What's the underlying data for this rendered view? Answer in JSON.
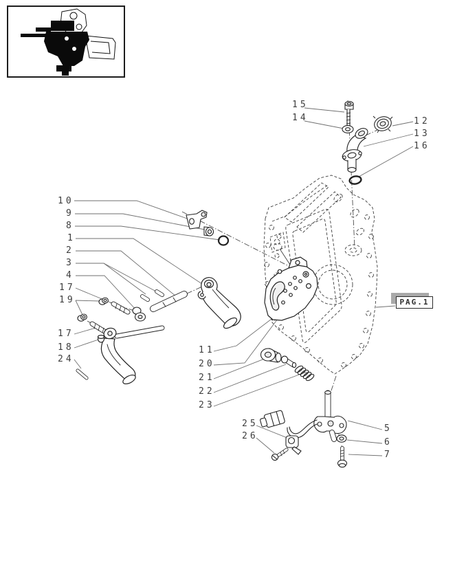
{
  "figure": {
    "kind": "exploded-parts-diagram",
    "page_tag": {
      "label": "PAG.1"
    }
  },
  "callouts": [
    {
      "label": "15"
    },
    {
      "label": "14"
    },
    {
      "label": "12"
    },
    {
      "label": "13"
    },
    {
      "label": "16"
    },
    {
      "label": "10"
    },
    {
      "label": "9"
    },
    {
      "label": "8"
    },
    {
      "label": "1"
    },
    {
      "label": "2"
    },
    {
      "label": "3"
    },
    {
      "label": "4"
    },
    {
      "label": "17"
    },
    {
      "label": "19"
    },
    {
      "label": "17"
    },
    {
      "label": "18"
    },
    {
      "label": "24"
    },
    {
      "label": "11"
    },
    {
      "label": "20"
    },
    {
      "label": "21"
    },
    {
      "label": "22"
    },
    {
      "label": "23"
    },
    {
      "label": "25"
    },
    {
      "label": "26"
    },
    {
      "label": "5"
    },
    {
      "label": "6"
    },
    {
      "label": "7"
    }
  ]
}
